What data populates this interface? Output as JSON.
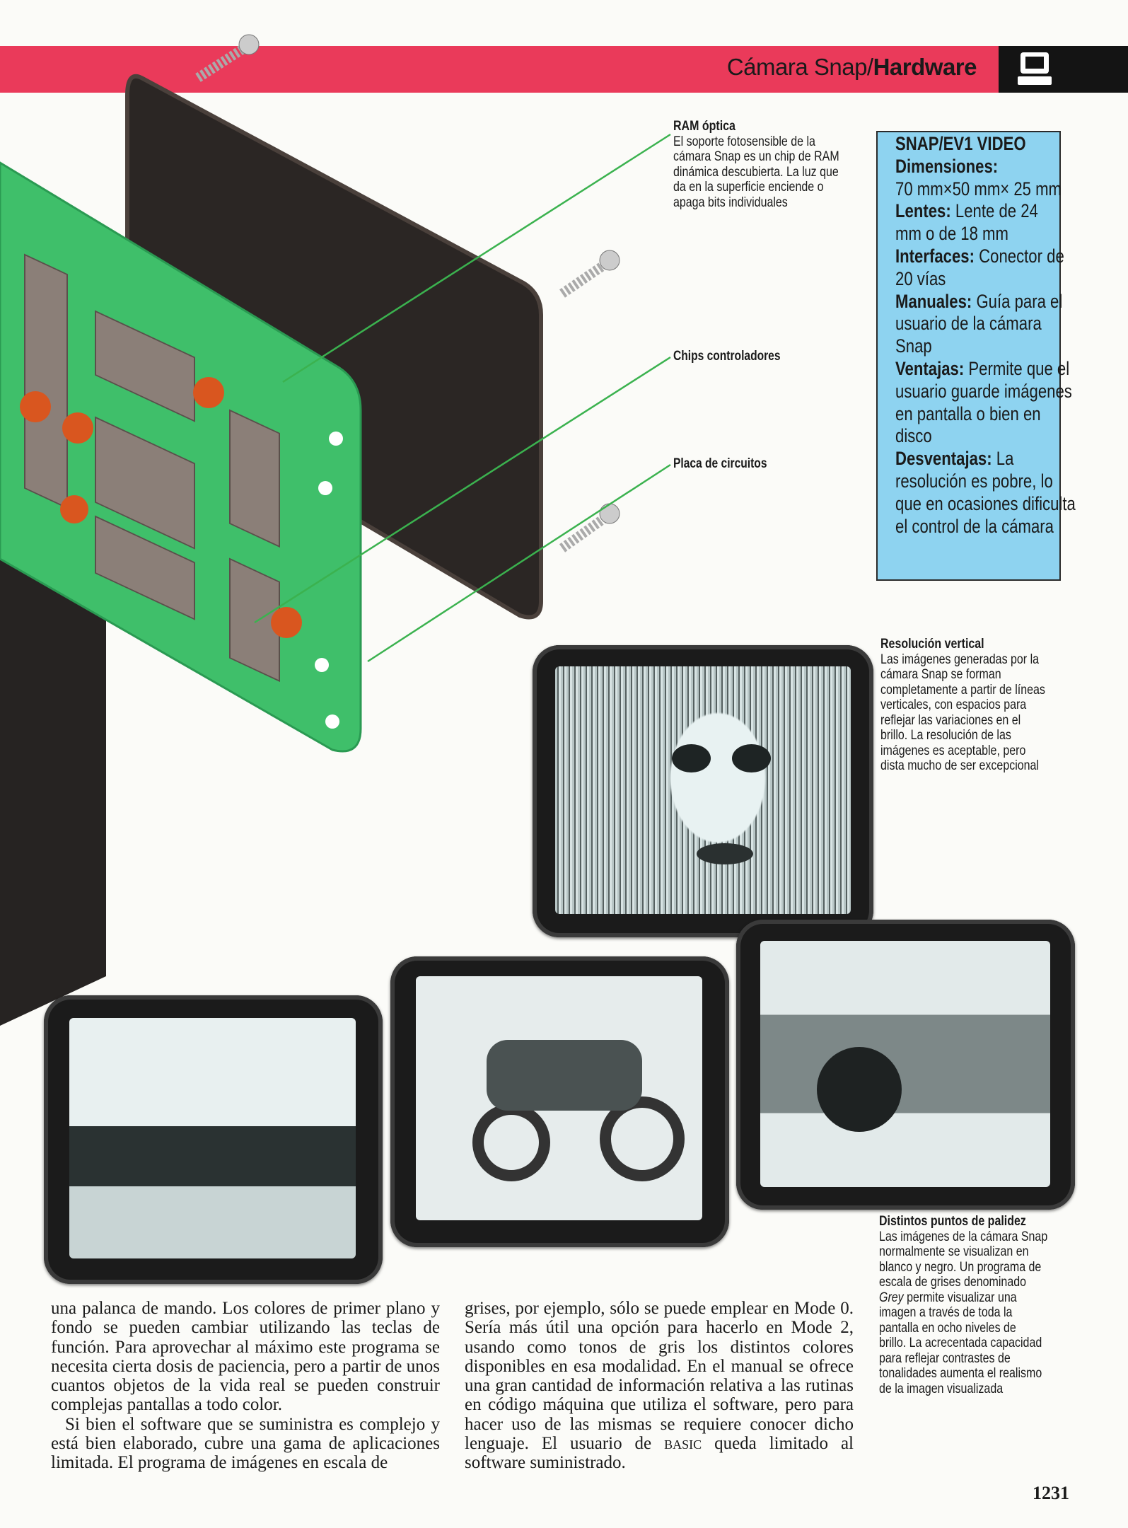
{
  "header": {
    "section": "Cámara Snap/",
    "category": "Hardware",
    "icon": "computer-icon",
    "band_color": "#ea3a5a"
  },
  "callouts": {
    "ram": {
      "title": "RAM óptica",
      "text": "El soporte fotosensible de la\ncámara Snap es un chip de RAM\ndinámica descubierta. La luz que\nda en la superficie enciende o\napaga bits individuales"
    },
    "chips": {
      "title": "Chips controladores"
    },
    "placa": {
      "title": "Placa de circuitos"
    }
  },
  "specs": {
    "title": "SNAP/EV1 VIDEO",
    "box_color": "#8ed3f0",
    "items": [
      {
        "label": "Dimensiones:",
        "value": "70 mm×50 mm× 25 mm"
      },
      {
        "label": "Lentes:",
        "value": "Lente de 24 mm o de 18 mm"
      },
      {
        "label": "Interfaces:",
        "value": "Conector de 20 vías"
      },
      {
        "label": "Manuales:",
        "value": "Guía para el usuario de la cámara Snap"
      },
      {
        "label": "Ventajas:",
        "value": "Permite que el usuario guarde imágenes en pantalla o bien en disco"
      },
      {
        "label": "Desventajas:",
        "value": "La resolución es pobre, lo que en ocasiones dificulta el control de la cámara"
      }
    ]
  },
  "captions": {
    "vertical": {
      "title": "Resolución vertical",
      "text": "Las imágenes generadas por la\ncámara Snap se forman\ncompletamente a partir de líneas\nverticales, con espacios para\nreflejar las variaciones en el\nbrillo. La resolución de las\nimágenes es aceptable, pero\ndista mucho de ser excepcional"
    },
    "palidez": {
      "title": "Distintos puntos de palidez",
      "text_pre": "Las imágenes de la cámara Snap\nnormalmente se visualizan en\nblanco y negro. Un programa de\nescala de grises denominado\n",
      "text_em": "Grey",
      "text_post": " permite visualizar una\nimagen a través de toda la\npantalla en ocho niveles de\nbrillo. La acrecentada capacidad\npara reflejar contrastes de\ntonalidades aumenta el realismo\nde la imagen visualizada"
    }
  },
  "body": {
    "col1_p1": "una palanca de mando. Los colores de primer plano y fondo se pueden cambiar utilizando las te­clas de función. Para aprovechar al máximo este programa se necesita cierta dosis de paciencia, pero a partir de unos cuantos objetos de la vida real se pueden construir complejas pantallas a todo color.",
    "col1_p2": "Si bien el software que se suministra es complejo y está bien elaborado, cubre una gama de aplicacio­nes limitada. El programa de imágenes en escala de",
    "col2_pre": "grises, por ejemplo, sólo se puede emplear en Mode 0. Sería más útil una opción para hacerlo en Mode 2, usando como tonos de gris los distintos colores disponibles en esa modalidad. En el manual se ofrece una gran cantidad de información relativa a las rutinas en código máquina que utiliza el soft­ware, pero para hacer uso de las mismas se requie­re conocer dicho lenguaje. El usuario de ",
    "col2_sc": "basic",
    "col2_post": " queda limitado al software suministrado."
  },
  "page_number": "1231"
}
